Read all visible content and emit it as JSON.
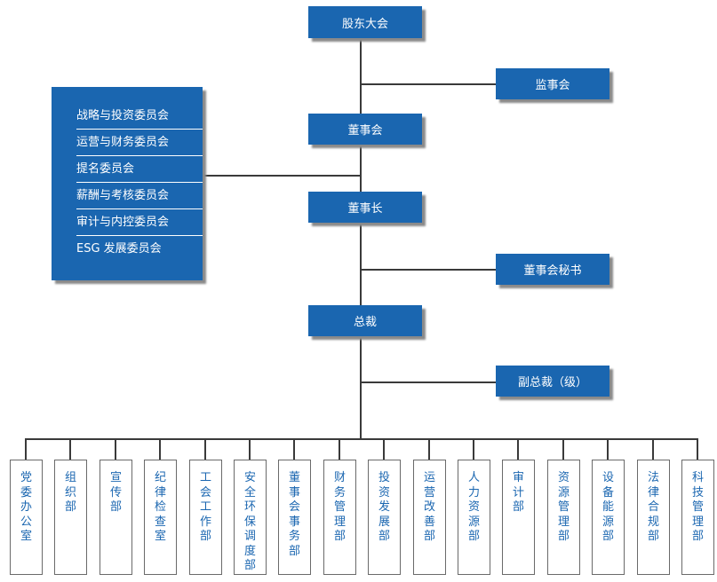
{
  "nodes": {
    "shareholders": "股东大会",
    "supervisory_board": "监事会",
    "board": "董事会",
    "chairman": "董事长",
    "board_secretary": "董事会秘书",
    "president": "总裁",
    "vice_president": "副总裁（级）"
  },
  "committees": [
    "战略与投资委员会",
    "运营与财务委员会",
    "提名委员会",
    "薪酬与考核委员会",
    "审计与内控委员会",
    "ESG 发展委员会"
  ],
  "departments": [
    "党委办公室",
    "组织部",
    "宣传部",
    "纪律检查室",
    "工会工作部",
    "安全环保调度部",
    "董事会事务部",
    "财务管理部",
    "投资发展部",
    "运营改善部",
    "人力资源部",
    "审计部",
    "资源管理部",
    "设备能源部",
    "法律合规部",
    "科技管理部"
  ],
  "colors": {
    "box": "#1a66b0",
    "line": "#3a3a3a",
    "dept_text": "#1a66b0"
  }
}
